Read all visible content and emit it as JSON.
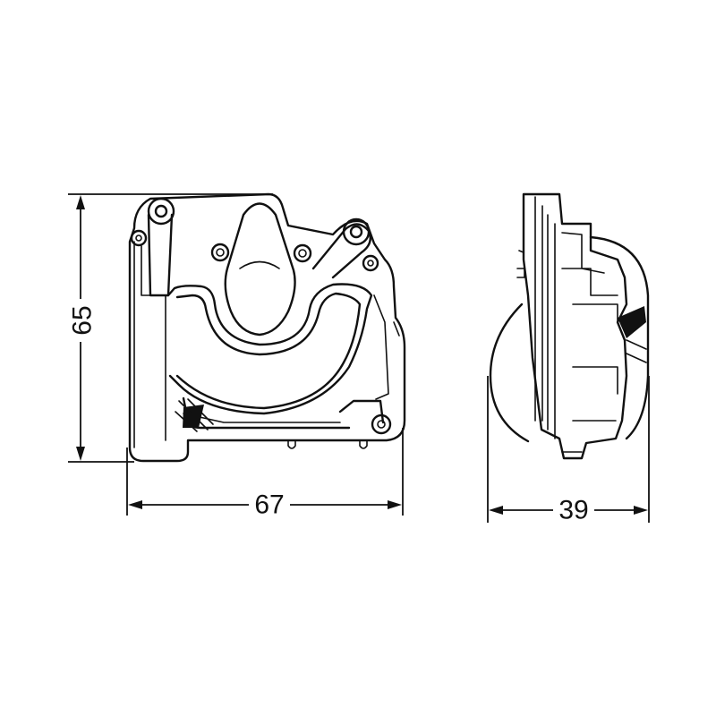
{
  "drawing": {
    "line_color": "#111111",
    "background_color": "#ffffff",
    "dimensions": {
      "height_label": "65",
      "width_label": "67",
      "depth_label": "39"
    }
  }
}
